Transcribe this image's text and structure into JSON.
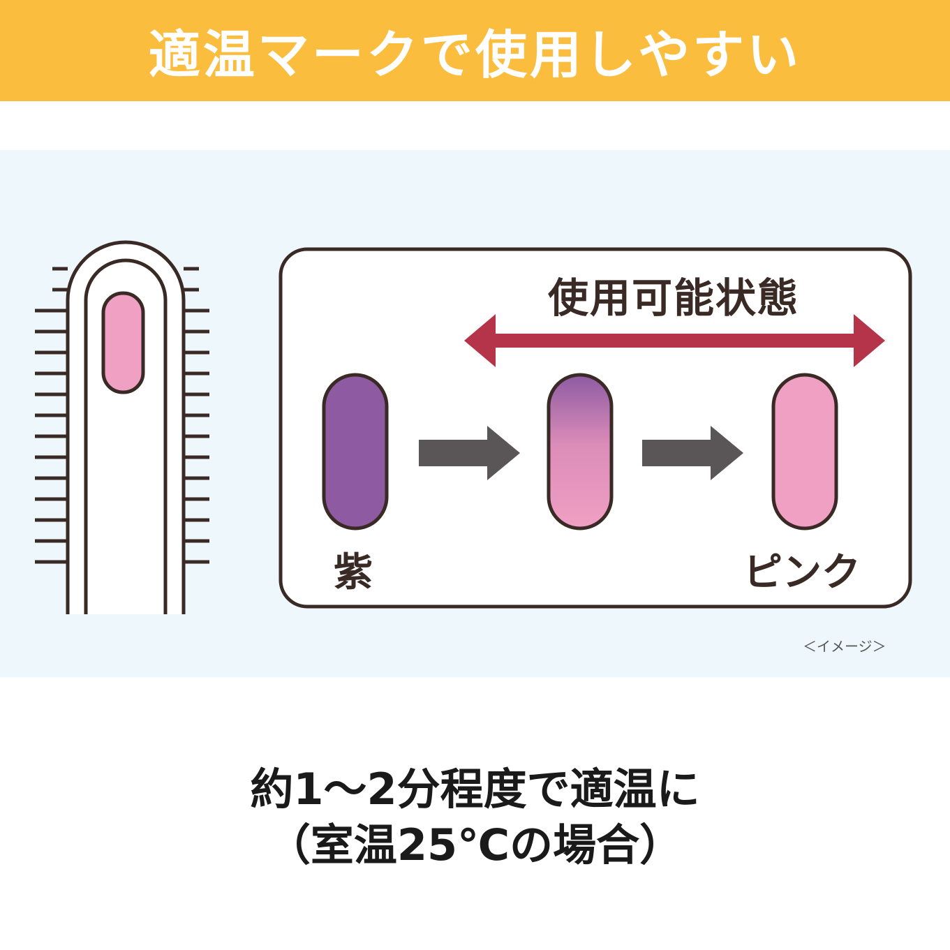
{
  "header": {
    "title": "適温マークで使用しやすい"
  },
  "diagram": {
    "status_label": "使用可能状態",
    "start_label": "紫",
    "end_label": "ピンク",
    "image_note": "＜イメージ＞",
    "colors": {
      "purple": "#8E5BA3",
      "pink": "#F0A0C3",
      "arrow_red": "#B5344A",
      "arrow_gray": "#5a5556"
    }
  },
  "footer": {
    "line1": "約1〜2分程度で適温に",
    "line2": "（室温25℃の場合）"
  }
}
